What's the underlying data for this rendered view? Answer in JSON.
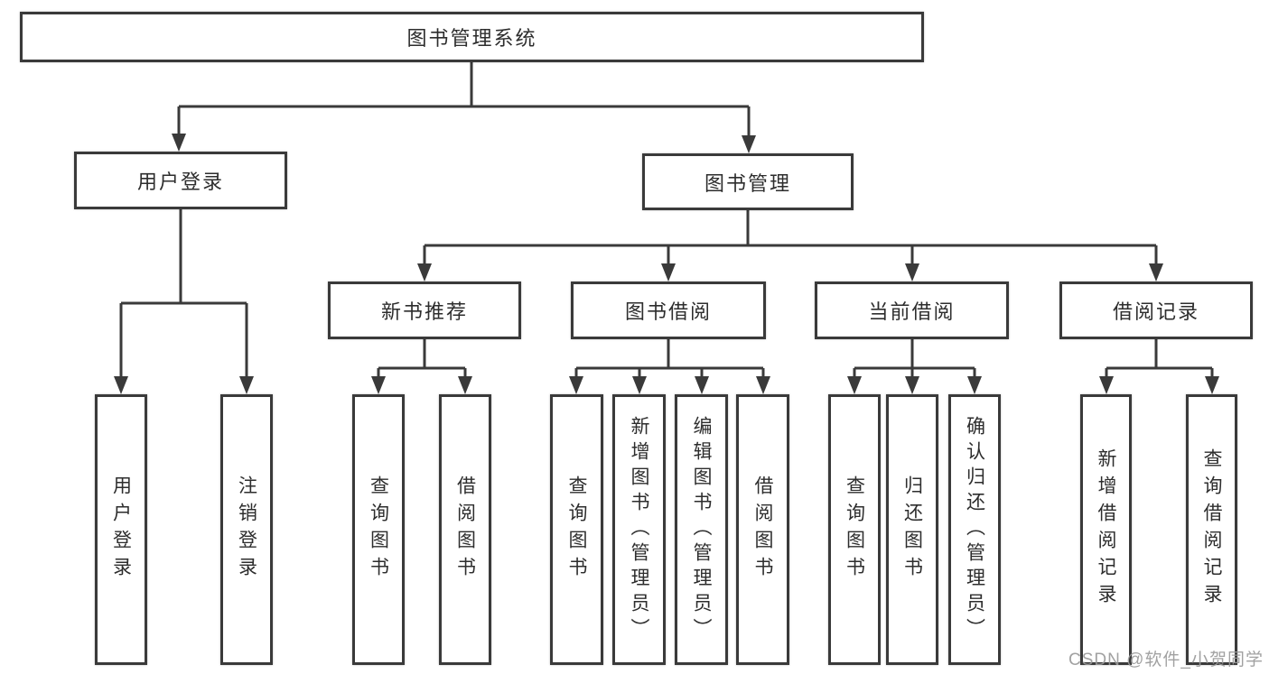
{
  "colors": {
    "line": "#3a3a3a",
    "box_border": "#3a3a3a",
    "text": "#2d2d2d",
    "watermark": "#9a9a9a",
    "background": "#ffffff"
  },
  "watermark": {
    "text": "CSDN @软件_小贺同学"
  },
  "tree": {
    "label": "图书管理系统",
    "children": [
      {
        "label": "用户登录",
        "children": [
          {
            "label": "用户登录"
          },
          {
            "label": "注销登录"
          }
        ]
      },
      {
        "label": "图书管理",
        "children": [
          {
            "label": "新书推荐",
            "children": [
              {
                "label": "查询图书"
              },
              {
                "label": "借阅图书"
              }
            ]
          },
          {
            "label": "图书借阅",
            "children": [
              {
                "label": "查询图书"
              },
              {
                "label": "新增图书（管理员）"
              },
              {
                "label": "编辑图书（管理员）"
              },
              {
                "label": "借阅图书"
              }
            ]
          },
          {
            "label": "当前借阅",
            "children": [
              {
                "label": "查询图书"
              },
              {
                "label": "归还图书"
              },
              {
                "label": "确认归还（管理员）"
              }
            ]
          },
          {
            "label": "借阅记录",
            "children": [
              {
                "label": "新增借阅记录"
              },
              {
                "label": "查询借阅记录"
              }
            ]
          }
        ]
      }
    ]
  }
}
